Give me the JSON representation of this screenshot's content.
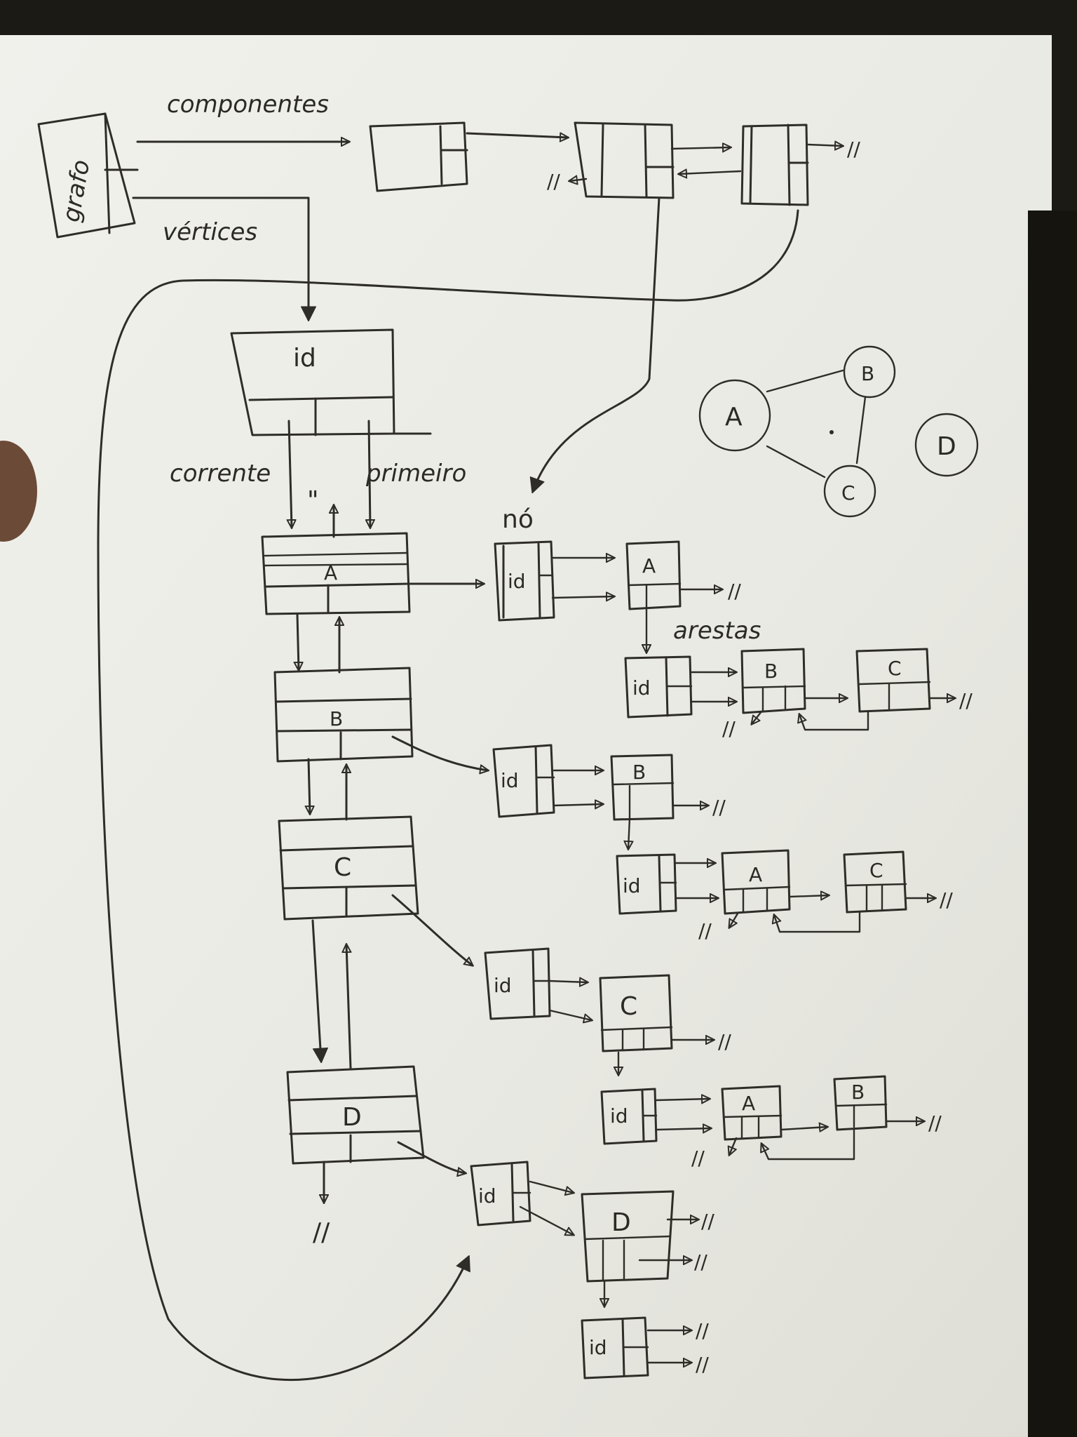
{
  "labels": {
    "grafo": "grafo",
    "componentes": "componentes",
    "vertices": "vértices",
    "id": "id",
    "corrente": "corrente",
    "primeiro": "primeiro",
    "no": "nó",
    "arestas": "arestas",
    "null_mark": "//",
    "quote_mark": "\""
  },
  "vertices": [
    "A",
    "B",
    "C",
    "D"
  ],
  "edge_lists": {
    "A": [
      "B",
      "C"
    ],
    "B": [
      "A",
      "C"
    ],
    "C": [
      "A",
      "B"
    ],
    "D": []
  },
  "example_graph": {
    "nodes": [
      "A",
      "B",
      "C",
      "D"
    ],
    "edges": [
      [
        "A",
        "B"
      ],
      [
        "A",
        "C"
      ],
      [
        "B",
        "C"
      ]
    ]
  }
}
